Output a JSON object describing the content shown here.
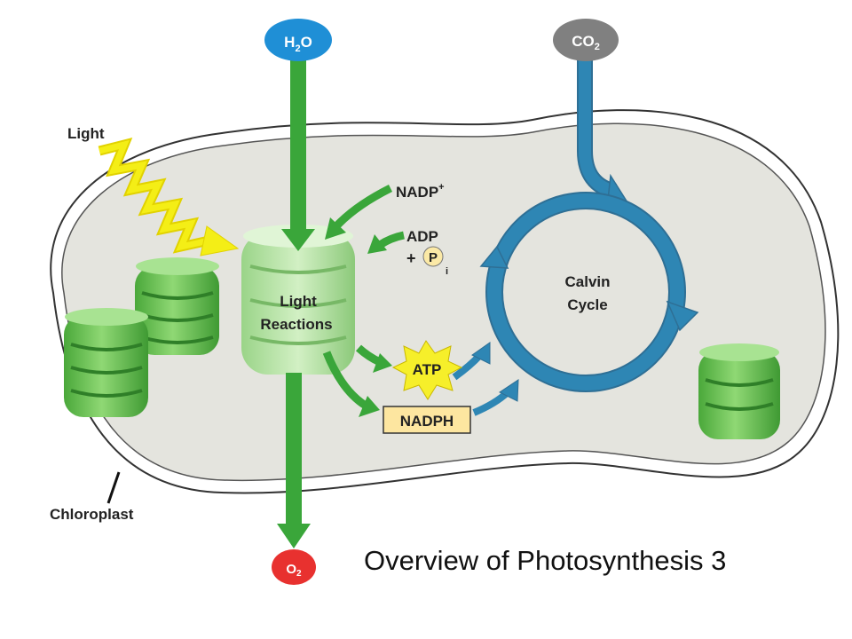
{
  "title": "Overview of Photosynthesis 3",
  "inputs": {
    "water": {
      "base": "H",
      "sub": "2",
      "tail": "O"
    },
    "carbon_dioxide": {
      "base": "CO",
      "sub": "2"
    }
  },
  "outputs": {
    "oxygen": {
      "base": "O",
      "sub": "2"
    }
  },
  "labels": {
    "light": "Light",
    "chloroplast": "Chloroplast",
    "light_reactions_line1": "Light",
    "light_reactions_line2": "Reactions",
    "calvin_line1": "Calvin",
    "calvin_line2": "Cycle",
    "nadp_base": "NADP",
    "nadp_sup": "+",
    "adp": "ADP",
    "plus": "+",
    "pi_base": "P",
    "pi_sub": "i",
    "atp": "ATP",
    "nadph": "NADPH"
  },
  "colors": {
    "water_node": "#1f8fd6",
    "co2_node": "#808080",
    "oxygen_node": "#e8312f",
    "green_arrow": "#3aa63a",
    "blue_arrow": "#2e86b4",
    "atp_star": "#f6ef2a",
    "nadph_box": "#fde6a0",
    "light_bolt": "#f4ee16",
    "stroma": "#e4e4de"
  }
}
